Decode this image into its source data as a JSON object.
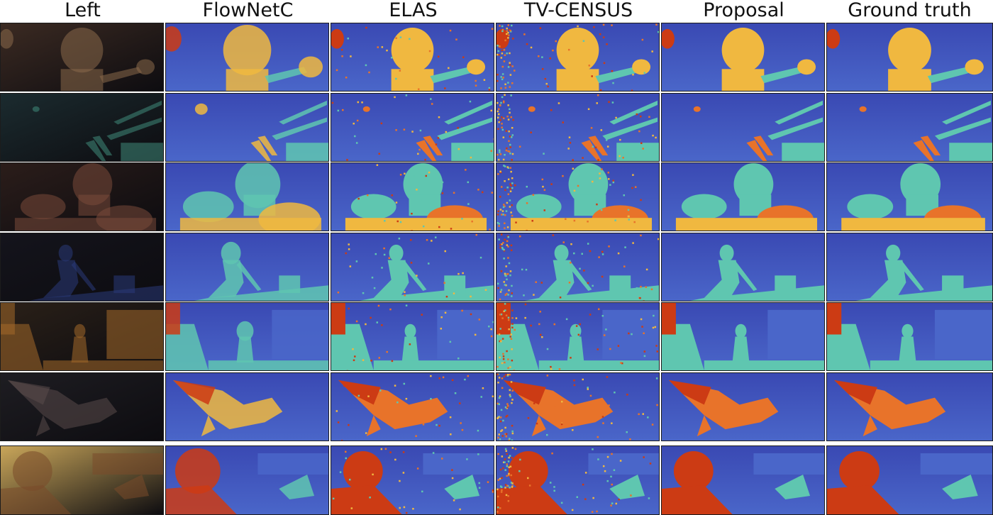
{
  "columns": [
    "Left",
    "FlowNetC",
    "ELAS",
    "TV-CENSUS",
    "Proposal",
    "Ground truth"
  ],
  "rows": 7,
  "colors": {
    "bg_deep": "#3a49b3",
    "bg_mid": "#4a66c9",
    "cyan": "#5fc6b0",
    "yellow": "#f0b840",
    "orange": "#e8732a",
    "red": "#cc3b14",
    "photo_dark": "#1e1a1c"
  }
}
